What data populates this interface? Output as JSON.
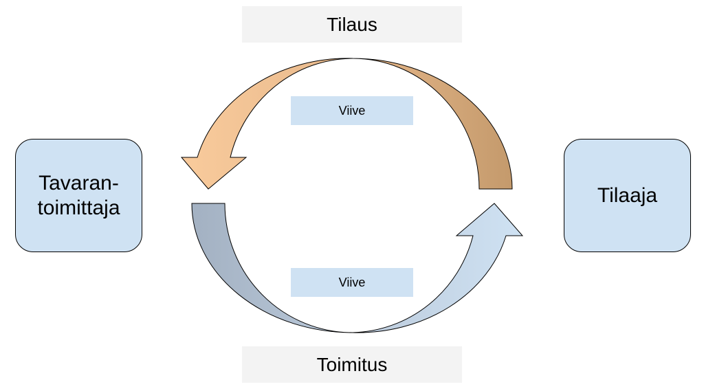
{
  "cycle": {
    "top_label": "Tilaus",
    "bottom_label": "Toimitus",
    "top_delay": "Viive",
    "bottom_delay": "Viive"
  },
  "parties": {
    "supplier": "Tavaran-\ntoimittaja",
    "customer": "Tilaaja"
  },
  "colors": {
    "order_arrow_light": "#f9cb9c",
    "order_arrow_dark": "#c49a6c",
    "delivery_arrow_dark": "#a3b1c2",
    "delivery_arrow_light": "#cfe2f3",
    "box_fill": "#cfe2f3",
    "label_fill": "#f3f3f3"
  }
}
